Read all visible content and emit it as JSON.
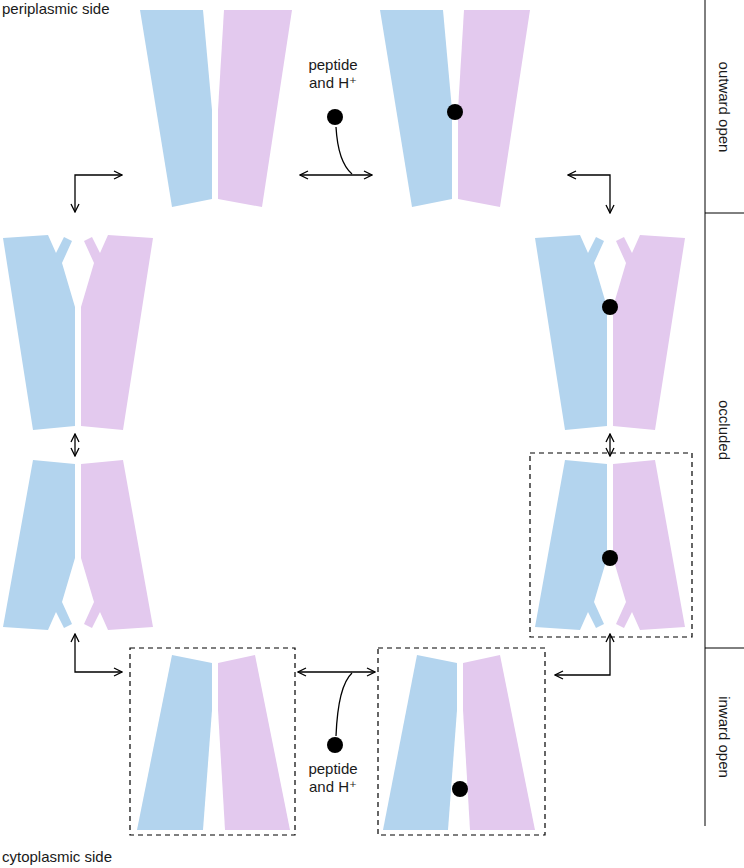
{
  "diagram": {
    "labels": [
      "periplasmic side",
      "peptide and H⁺",
      "outward open",
      "occluded",
      "inward open",
      "peptide and H⁺",
      "cytoplasmic side"
    ]
  }
}
